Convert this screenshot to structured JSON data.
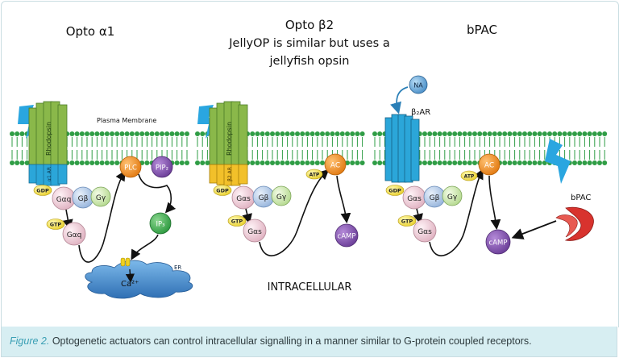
{
  "panels": {
    "opto_a1": {
      "title": "Opto α1"
    },
    "opto_b2": {
      "title": "Opto β2",
      "subtitle_line1": "JellyOP is similar but uses a",
      "subtitle_line2": "jellyfish opsin"
    },
    "bpac": {
      "title": "bPAC"
    }
  },
  "membrane_label": "Plasma Membrane",
  "intracellular_label": "INTRACELLULAR",
  "receptor_labels": {
    "rhodopsin": "Rhodopsin",
    "a1ar": "α1 AR",
    "b2ar": "β2 AR",
    "b2ar_bpac": "β₂AR"
  },
  "molecules": {
    "gdp": "GDP",
    "gtp": "GTP",
    "plc": "PLC",
    "pip2": "PIP₂",
    "ip3": "IP₃",
    "er": "ER",
    "ca": "Ca²⁺",
    "ac": "AC",
    "atp": "ATP",
    "camp": "cAMP",
    "na": "NA",
    "bpac_protein": "bPAC"
  },
  "g_proteins": {
    "alpha_q": "Gαq",
    "alpha_s": "Gαs",
    "beta": "Gβ",
    "gamma": "Gγ"
  },
  "caption": {
    "label": "Figure 2.",
    "text": " Optogenetic actuators can control intracellular signalling in a manner similar to G-protein coupled receptors."
  },
  "colors": {
    "membrane_green": "#2f9d45",
    "rhodopsin_green": "#8ab84a",
    "receptor_blue": "#2ba6d9",
    "receptor_yellow": "#f2c02a",
    "enzyme_orange": "#f08a1e",
    "camp_purple": "#7a4aa8",
    "ip3_green": "#3aa64a",
    "er_blue": "#4a8fd0",
    "lightning": "#2aa6e0",
    "bpac_red": "#d8332e"
  }
}
